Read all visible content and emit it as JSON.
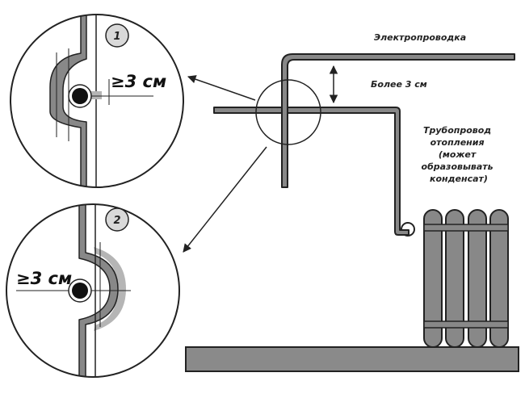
{
  "labels": {
    "wiring": "Электропроводка",
    "clearance": "Более 3 см",
    "heating_pipe": [
      "Трубопровод",
      "отопления",
      "(может",
      "образовывать",
      "конденсат)"
    ]
  },
  "details": [
    {
      "badge": "1",
      "dimension": "≥3 см"
    },
    {
      "badge": "2",
      "dimension": "≥3 см"
    }
  ],
  "colors": {
    "pipe_fill": "#888888",
    "outline": "#222222",
    "insulation": "#b5b5b5",
    "badge_fill": "#d9d9d9",
    "floor": "#8a8a8a"
  }
}
